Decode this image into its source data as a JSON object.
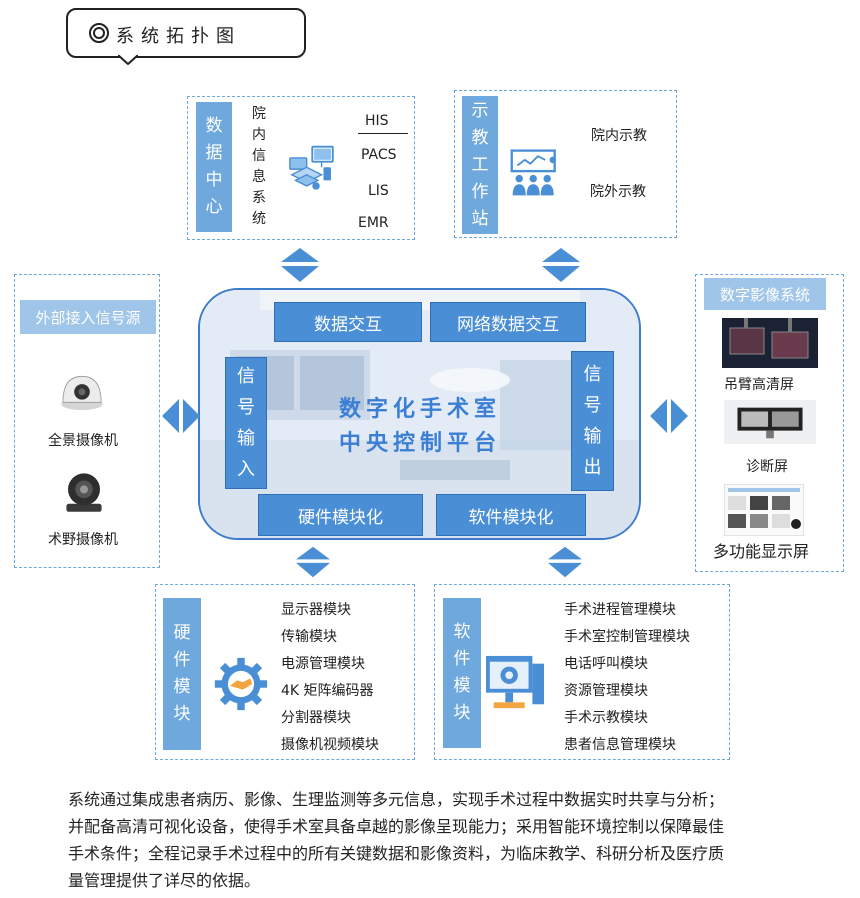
{
  "title": "系统拓扑图",
  "data_center": {
    "label": "数据中心",
    "sublabel": "院内信息系统",
    "systems": [
      "HIS",
      "PACS",
      "LIS",
      "EMR"
    ]
  },
  "teaching": {
    "label": "示教工作站",
    "items": [
      "院内示教",
      "院外示教"
    ]
  },
  "external_signal": {
    "label": "外部接入信号源",
    "cameras": [
      "全景摄像机",
      "术野摄像机"
    ]
  },
  "digital_imaging": {
    "label": "数字影像系统",
    "screens": [
      "吊臂高清屏",
      "诊断屏",
      "多功能显示屏"
    ]
  },
  "platform": {
    "line1": "数字化手术室",
    "line2": "中央控制平台",
    "top_left": "数据交互",
    "top_right": "网络数据交互",
    "left": "信号输入",
    "right": "信号输出",
    "bottom_left": "硬件模块化",
    "bottom_right": "软件模块化"
  },
  "hardware": {
    "label": "硬件模块",
    "items": [
      "显示器模块",
      "传输模块",
      "电源管理模块",
      "4K 矩阵编码器",
      "分割器模块",
      "摄像机视频模块"
    ]
  },
  "software": {
    "label": "软件模块",
    "items": [
      "手术进程管理模块",
      "手术室控制管理模块",
      "电话呼叫模块",
      "资源管理模块",
      "手术示教模块",
      "患者信息管理模块"
    ]
  },
  "description": [
    "系统通过集成患者病历、影像、生理监测等多元信息，实现手术过程中数据实时共享与分析；",
    "并配备高清可视化设备，使得手术室具备卓越的影像呈现能力；采用智能环境控制以保障最佳",
    "手术条件；全程记录手术过程中的所有关键数据和影像资料，为临床教学、科研分析及医疗质",
    "量管理提供了详尽的依据。"
  ],
  "colors": {
    "accent": "#4a8fd6",
    "label_blue": "#6fa8dc",
    "light_blue": "#9fc5e8",
    "dash": "#6fa8dc"
  }
}
